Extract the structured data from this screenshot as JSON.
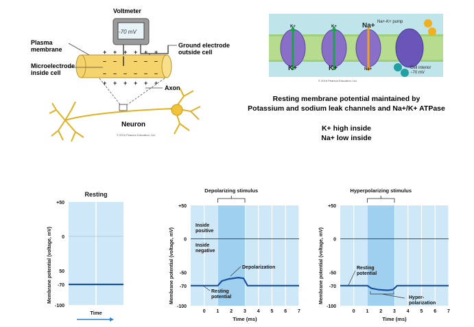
{
  "neuron_figure": {
    "voltmeter_label": "Voltmeter",
    "voltmeter_display": "-70 mV",
    "plasma_membrane_label": "Plasma\nmembrane",
    "ground_electrode_label": "Ground electrode\noutside cell",
    "microelectrode_label": "Microelectrode\ninside cell",
    "axon_label": "Axon",
    "neuron_label": "Neuron",
    "copyright": "© 2016 Pearson Education, Ltd."
  },
  "channels_figure": {
    "k_label_top_1": "K+",
    "k_label_top_2": "K+",
    "na_label_top": "Na+",
    "pump_label": "Na+-K+ pump",
    "k_label_bottom_1": "K+",
    "k_label_bottom_2": "K+",
    "na_label_bottom": "Na+",
    "cell_interior_label": "Cell interior\n−70 mV",
    "copyright": "© 2016 Pearson Education, Ltd."
  },
  "caption": {
    "line1": "Resting membrane potential maintained by",
    "line2": "Potassium and sodium leak channels and Na+/K+ ATPase",
    "line3": "K+ high inside",
    "line4": "Na+ low inside"
  },
  "colors": {
    "panel_bg": "#cfe8f8",
    "stimulus_band": "#9fd0f0",
    "trace": "#1a4fa0",
    "membrane": "#f4d06a",
    "axon_yellow": "#f2c23a"
  },
  "chart_data": [
    {
      "type": "line",
      "title": "Resting",
      "ylabel": "Membrane potential (voltage, mV)",
      "xlabel": "Time",
      "ylim": [
        -100,
        50
      ],
      "yticks": [
        "+50",
        "0",
        "50",
        "-70",
        "-100"
      ],
      "series": [
        {
          "x": [
            0,
            1
          ],
          "y": [
            -70,
            -70
          ]
        }
      ]
    },
    {
      "type": "line",
      "title": "Depolarizing stimulus",
      "ylabel": "Membrane potential (voltage, mV)",
      "xlabel": "Time (ms)",
      "xlim": [
        -1,
        7
      ],
      "ylim": [
        -100,
        50
      ],
      "xticks": [
        0,
        1,
        2,
        3,
        4,
        5,
        6,
        7
      ],
      "yticks": [
        "+50",
        "0",
        "-50",
        "-70",
        "-100"
      ],
      "stimulus_ms": [
        1,
        3
      ],
      "annotations": [
        "Inside\npositive",
        "Inside\nnegative",
        "Depolarization",
        "Resting\npotential"
      ],
      "series": [
        {
          "x": [
            -1,
            1,
            1.3,
            1.8,
            2.5,
            2.9,
            3.2,
            7
          ],
          "y": [
            -70,
            -70,
            -63,
            -60,
            -58,
            -59,
            -70,
            -70
          ]
        }
      ]
    },
    {
      "type": "line",
      "title": "Hyperpolarizing stimulus",
      "ylabel": "Membrane potential (voltage, mV)",
      "xlabel": "Time (ms)",
      "xlim": [
        -1,
        7
      ],
      "ylim": [
        -100,
        50
      ],
      "xticks": [
        0,
        1,
        2,
        3,
        4,
        5,
        6,
        7
      ],
      "yticks": [
        "+50",
        "0",
        "-50",
        "-70",
        "-100"
      ],
      "stimulus_ms": [
        1,
        3
      ],
      "annotations": [
        "Resting\npotential",
        "Hyper-\npolarization"
      ],
      "series": [
        {
          "x": [
            -1,
            1,
            1.3,
            1.8,
            2.5,
            2.9,
            3.2,
            7
          ],
          "y": [
            -70,
            -70,
            -74,
            -76,
            -77,
            -76,
            -70,
            -70
          ]
        }
      ]
    }
  ]
}
